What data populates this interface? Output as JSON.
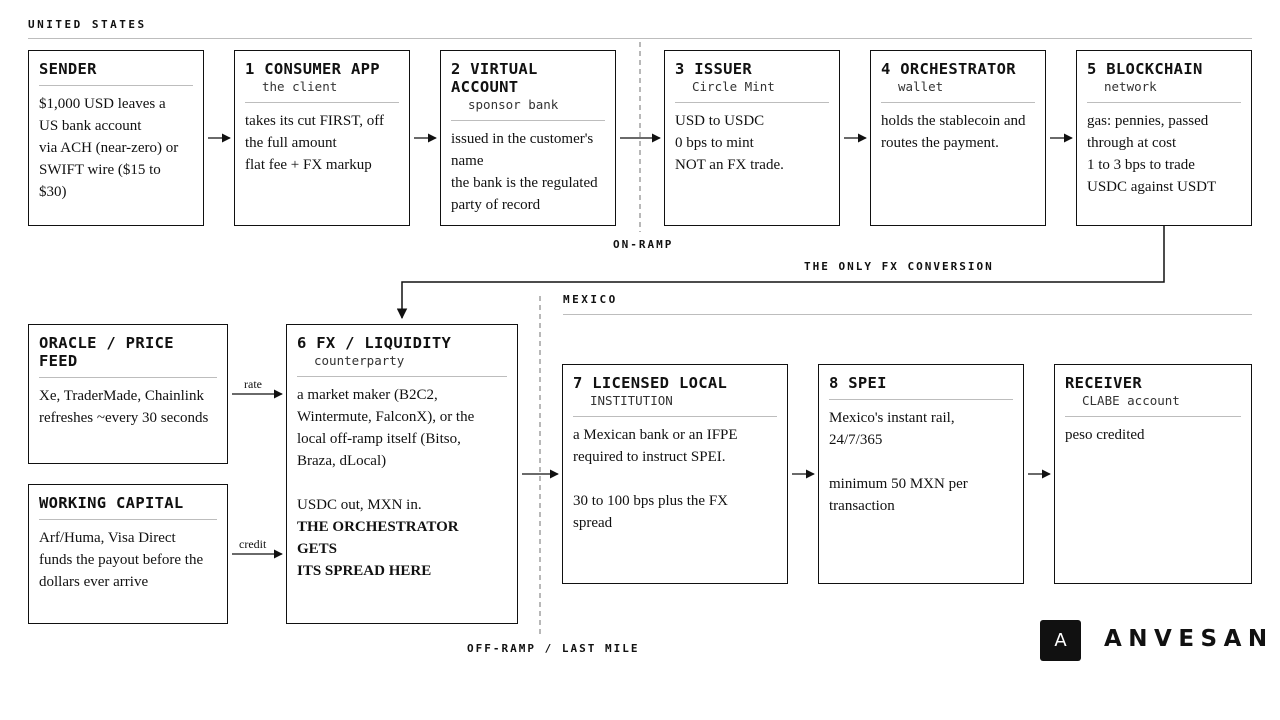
{
  "regions": {
    "us": "UNITED STATES",
    "mexico": "MEXICO",
    "on_ramp": "ON-RAMP",
    "off_ramp": "OFF-RAMP / LAST MILE",
    "fx_conversion": "THE ONLY FX CONVERSION"
  },
  "nodes": {
    "sender": {
      "title": "SENDER",
      "sub": "",
      "lines": [
        "$1,000 USD leaves a",
        "US bank account",
        "via ACH (near-zero) or",
        "SWIFT wire ($15 to",
        "$30)"
      ]
    },
    "consumer_app": {
      "title": "1 CONSUMER APP",
      "sub": "the client",
      "lines": [
        "takes its cut FIRST, off",
        "the full amount",
        "flat fee + FX markup"
      ]
    },
    "virtual_account": {
      "title_1": "2 VIRTUAL",
      "title_2": "ACCOUNT",
      "sub": "sponsor bank",
      "lines": [
        "issued in the customer's",
        "name",
        "the bank is the regulated",
        "party of record"
      ]
    },
    "issuer": {
      "title": "3 ISSUER",
      "sub": "Circle Mint",
      "lines": [
        "USD to USDC",
        "0 bps to mint",
        "NOT an FX trade."
      ]
    },
    "orchestrator": {
      "title": "4 ORCHESTRATOR",
      "sub": "wallet",
      "lines": [
        "holds the stablecoin and",
        "routes the payment."
      ]
    },
    "blockchain": {
      "title": "5 BLOCKCHAIN",
      "sub": "network",
      "lines": [
        "gas: pennies, passed",
        "through at cost",
        "1 to 3 bps to trade",
        "USDC against USDT"
      ]
    },
    "oracle": {
      "title_1": "ORACLE / PRICE",
      "title_2": "FEED",
      "lines": [
        "Xe, TraderMade, Chainlink",
        "refreshes ~every 30 seconds"
      ]
    },
    "working_capital": {
      "title": "WORKING CAPITAL",
      "lines": [
        "Arf/Huma, Visa Direct",
        "funds the payout before the",
        "dollars ever arrive"
      ]
    },
    "fx_liquidity": {
      "title": "6 FX / LIQUIDITY",
      "sub": "counterparty",
      "lines": [
        "a market maker (B2C2,",
        "Wintermute, FalconX), or the",
        "local off-ramp itself (Bitso,",
        "Braza, dLocal)"
      ],
      "lines_2": [
        "USDC out, MXN in."
      ],
      "bold_lines": [
        "THE ORCHESTRATOR",
        "GETS",
        "ITS SPREAD HERE"
      ]
    },
    "licensed_local": {
      "title": "7 LICENSED LOCAL",
      "sub": "INSTITUTION",
      "lines": [
        "a Mexican bank or an IFPE",
        "required to instruct SPEI."
      ],
      "lines_2": [
        "30 to 100 bps plus the FX",
        "spread"
      ]
    },
    "spei": {
      "title": "8 SPEI",
      "lines": [
        "Mexico's instant rail,",
        "24/7/365"
      ],
      "lines_2": [
        "minimum 50 MXN per",
        "transaction"
      ]
    },
    "receiver": {
      "title": "RECEIVER",
      "sub": "CLABE account",
      "lines": [
        "peso credited"
      ]
    }
  },
  "edges": {
    "rate": "rate",
    "credit": "credit"
  },
  "brand": {
    "mark": "A",
    "name": "ANVESAN"
  }
}
